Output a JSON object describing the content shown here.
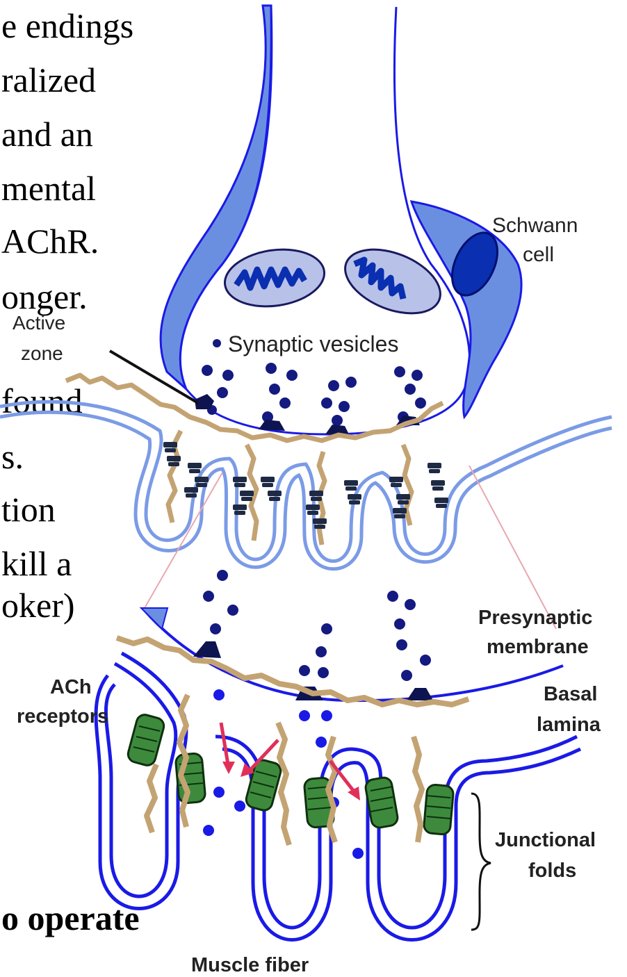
{
  "slide_text": [
    "e endings",
    "ralized",
    " and an",
    "mental",
    "AChR.",
    "onger.",
    "found",
    "s.",
    "tion",
    "kill a",
    "oker)",
    "o operate"
  ],
  "labels": {
    "schwann": [
      "Schwann",
      "cell"
    ],
    "active_zone": [
      "Active",
      "zone"
    ],
    "synaptic_vesicles": "Synaptic vesicles",
    "presynaptic_membrane": [
      "Presynaptic",
      "membrane"
    ],
    "basal_lamina": [
      "Basal",
      "lamina"
    ],
    "ach_receptors": [
      "ACh",
      "receptors"
    ],
    "junctional_folds": [
      "Junctional",
      "folds"
    ],
    "muscle_fiber": "Muscle fiber"
  },
  "colors": {
    "membrane_blue": "#1a1ae6",
    "light_blue": "#7b9be6",
    "schwann_fill": "#6b8fe0",
    "nucleus": "#0a2fb0",
    "vesicle": "#141a80",
    "lamina_tan": "#c4a373",
    "receptor_green": "#3d8a3d",
    "arrow_red": "#e0305a"
  }
}
